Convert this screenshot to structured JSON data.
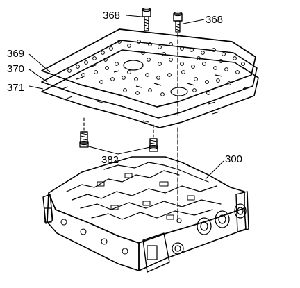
{
  "callouts": {
    "bolt_a": "368",
    "bolt_b": "368",
    "plate": "369",
    "gasket_upper": "370",
    "gasket_lower": "371",
    "lower_bolts": "382",
    "valve_body": "300"
  },
  "colors": {
    "ink": "#000000",
    "paper": "#ffffff",
    "part_fill": "#ffffff"
  }
}
